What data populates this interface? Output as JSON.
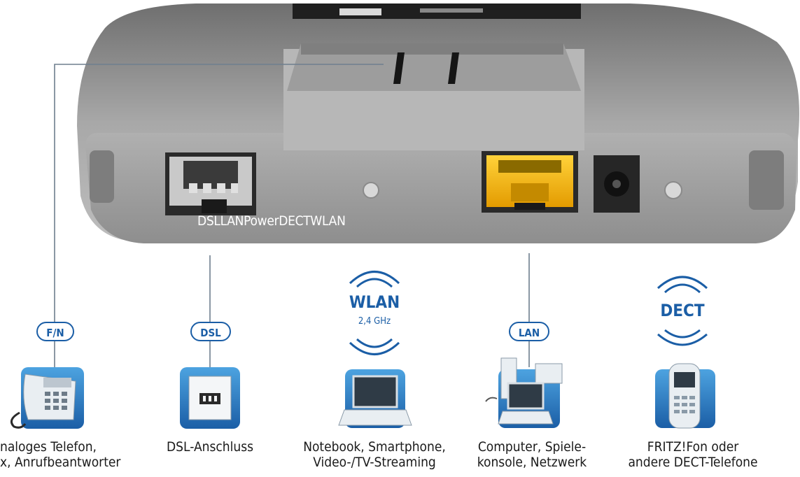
{
  "router": {
    "port_labels": "DSLLANPowerDECTWLAN"
  },
  "connections": [
    {
      "id": "fn",
      "tag": "F/N",
      "desc": [
        "naloges Telefon,",
        "x, Anrufbeantworter"
      ]
    },
    {
      "id": "dsl",
      "tag": "DSL",
      "desc": [
        "DSL-Anschluss"
      ]
    },
    {
      "id": "wlan",
      "tag": "WLAN",
      "sub": "2,4 GHz",
      "desc": [
        "Notebook, Smartphone,",
        "Video-/TV-Streaming"
      ]
    },
    {
      "id": "lan",
      "tag": "LAN",
      "desc": [
        "Computer, Spiele-",
        "konsole, Netzwerk"
      ]
    },
    {
      "id": "dect",
      "tag": "DECT",
      "desc": [
        "FRITZ!Fon oder",
        "andere DECT-Telefone"
      ]
    }
  ],
  "colors": {
    "accent_blue": "#1b5ea6",
    "device_gray": "#9a9a9a",
    "lan_port_yellow": "#f2b705",
    "line_gray": "#6e7f8e"
  },
  "icons": [
    "analog-phone-icon",
    "dsl-socket-icon",
    "laptop-icon",
    "computer-network-icon",
    "dect-handset-icon"
  ]
}
